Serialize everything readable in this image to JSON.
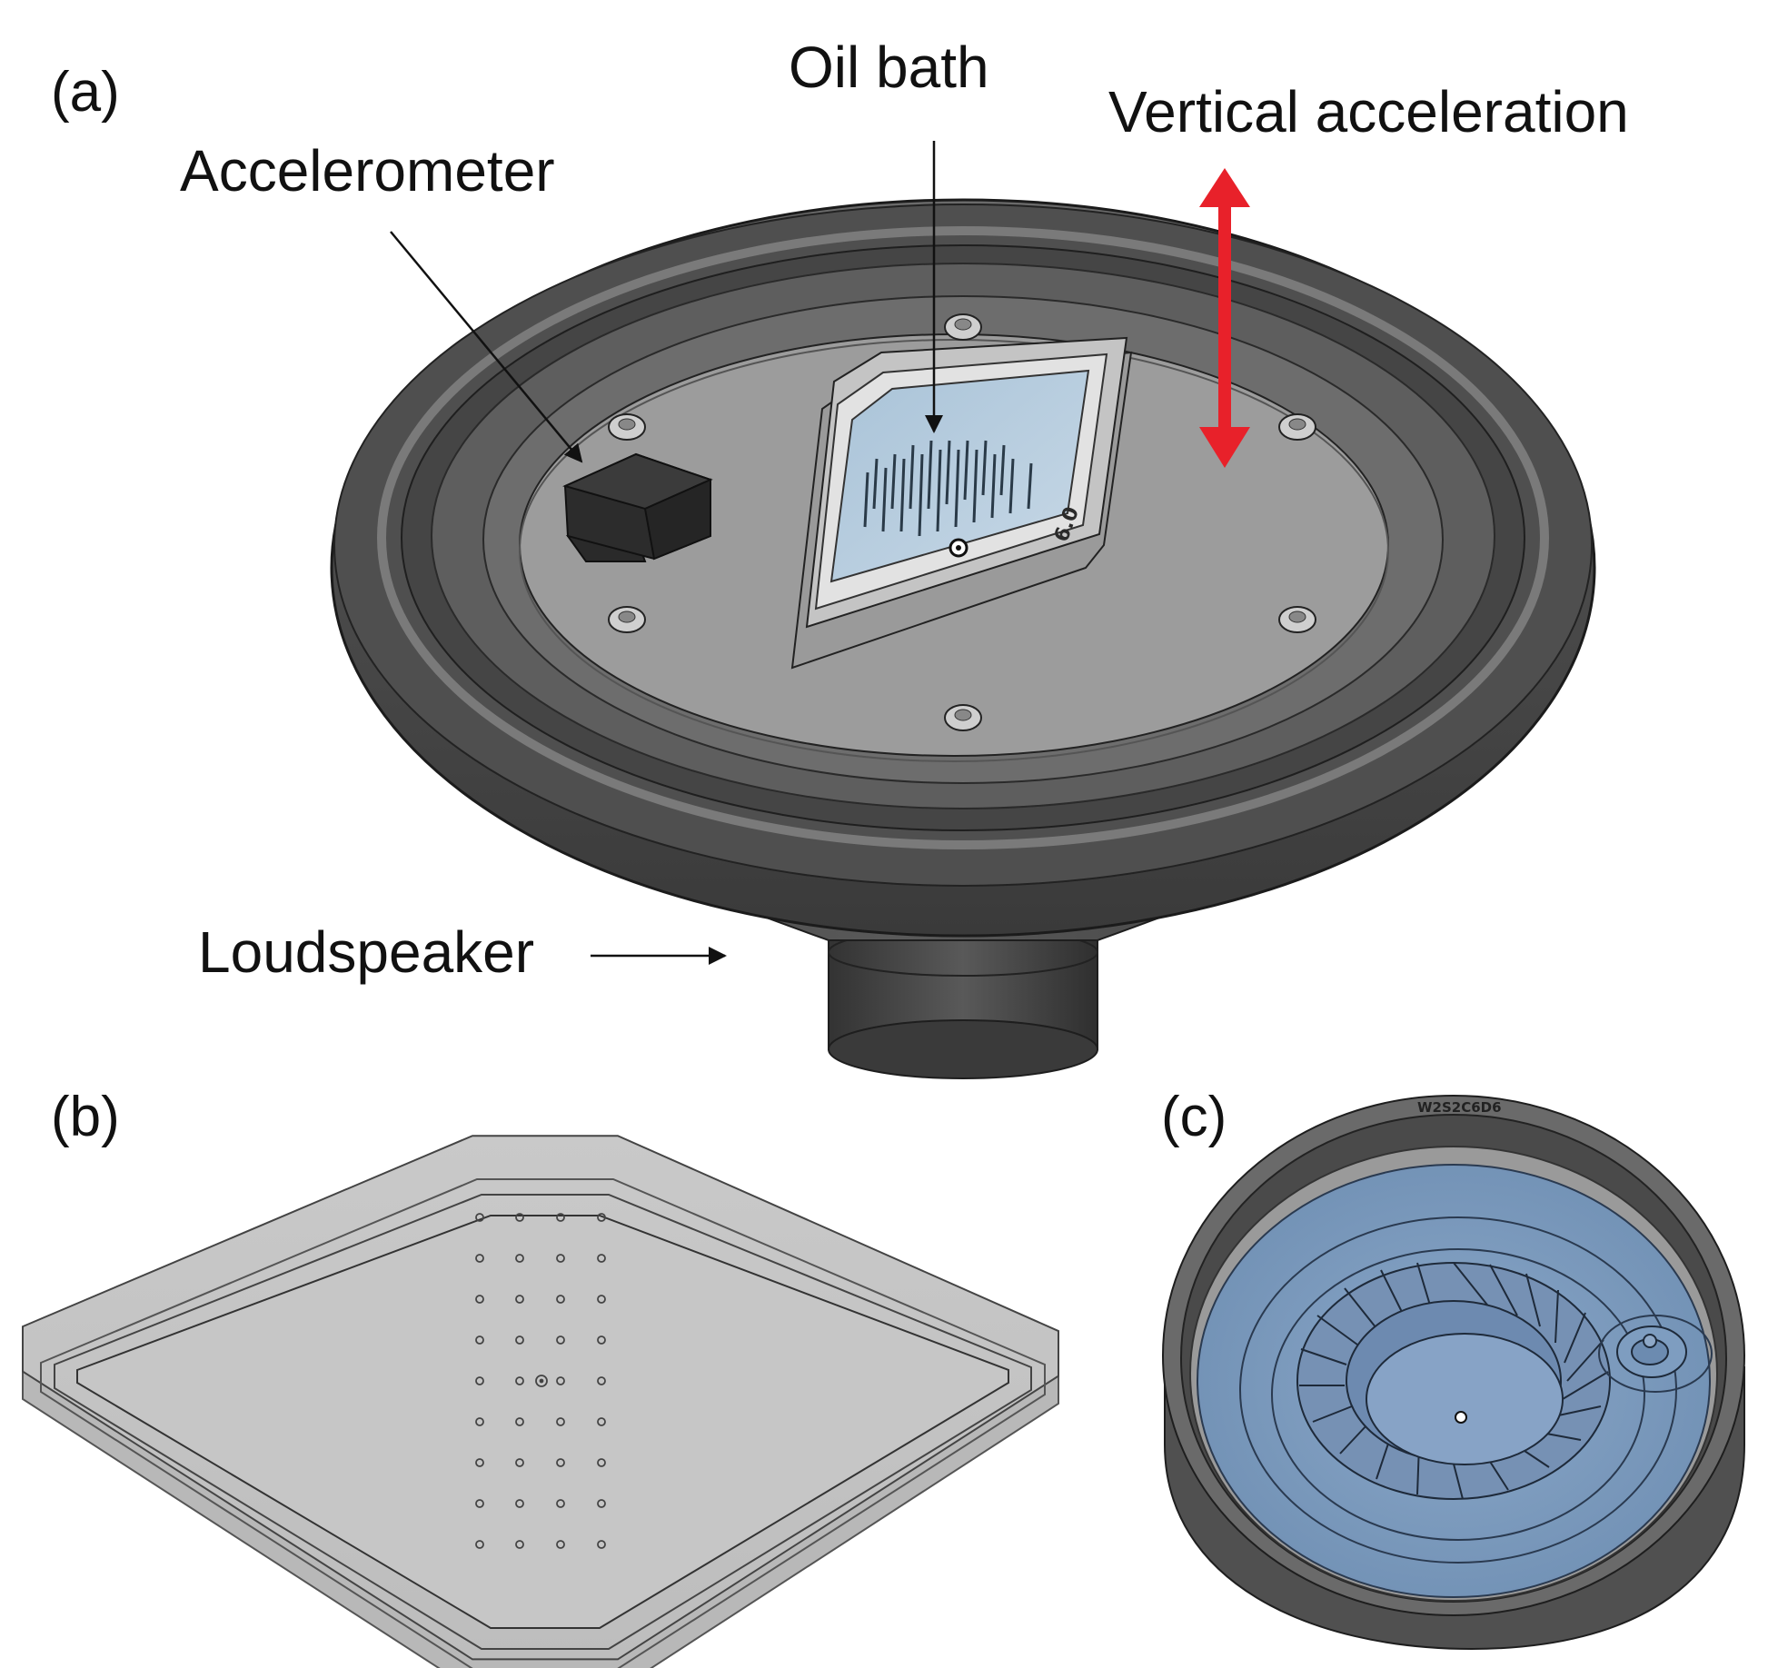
{
  "panels": {
    "a": {
      "label": "(a)",
      "callouts": {
        "oil_bath": "Oil bath",
        "vertical_acceleration": "Vertical acceleration",
        "accelerometer": "Accelerometer",
        "loudspeaker": "Loudspeaker"
      },
      "plate_engraving": "6.0",
      "arrow_color": "#e8212a"
    },
    "b": {
      "label": "(b)"
    },
    "c": {
      "label": "(c)",
      "rim_engraving": "W2S2C6D6",
      "bath_color": "#7e9dc0"
    }
  }
}
